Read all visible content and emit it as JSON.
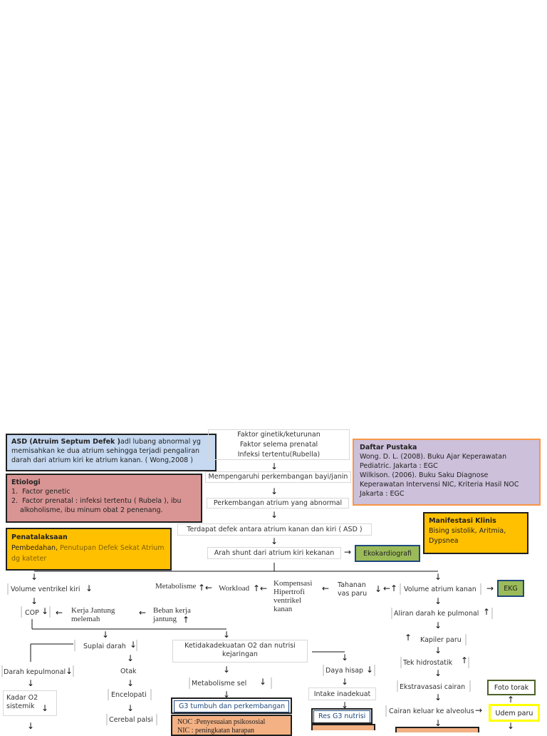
{
  "asd_box": {
    "title": "ASD (Atruim Septum Defek )",
    "text": "adl lubang abnormal yg memisahkan ke dua atrium sehingga terjadi pengaliran darah dari atrium kiri ke atrium kanan. ( Wong,2008 )",
    "bg": "#c6d9f1",
    "border": "#1f1f1f"
  },
  "etiologi_box": {
    "title": "Etiologi",
    "item1": "Factor genetic",
    "item2": "Factor prenatal : infeksi tertentu ( Rubela ), ibu alkoholisme, ibu minum obat 2 penenang.",
    "bg": "#d99594"
  },
  "penatalaksaan_box": {
    "title": "Penatalaksaan",
    "text_a": "Pembedahan, ",
    "text_b": "Penutupan Defek Sekat Atrium dg kateter",
    "bg": "#ffc000"
  },
  "daftar_pustaka_box": {
    "title": "Daftar Pustaka",
    "ref1": "Wong. D. L. (2008). Buku Ajar Keperawatan Pediatric. Jakarta : EGC",
    "ref2": "Wilkison. (2006). Buku Saku Diagnose Keperawatan Intervensi NIC, Kriteria Hasil NOC Jakarta : EGC",
    "bg": "#ccc0da",
    "border": "#f79646"
  },
  "manifestasi_box": {
    "title": "Manifestasi Klinis",
    "text": "Bising sistolik, Aritmia, Dypsnea",
    "bg": "#ffc000"
  },
  "flow": {
    "faktor1": "Faktor ginetik/keturunan",
    "faktor2": "Faktor selema prenatal",
    "faktor3": "Infeksi tertentu(Rubella)",
    "mempengaruhi": "Mempengaruhi perkembangan bayi/janin",
    "perkembangan": "Perkembangan atrium yang abnormal",
    "defek": "Terdapat defek antara atrium kanan dan kiri ( ASD )",
    "arah_shunt": "Arah shunt dari atrium kiri kekanan",
    "ekokardiografi": "Ekokardiografi",
    "volume_ventrikel": "Volume ventrikel kiri",
    "metabolisme": "Metabolisme",
    "workload": "Workload",
    "kompensasi": "Kompensasi Hipertrofi ventrikel kanan",
    "tahanan": "Tahanan vas paru",
    "volume_atrium": "Volume atrium kanan",
    "ekg": "EKG",
    "cop": "COP",
    "kerja_jantung": "Kerja Jantung melemah",
    "beban_kerja": "Beban kerja jantung",
    "aliran_darah": "Aliran darah ke pulmonal",
    "kapiler_paru": "Kapiler paru",
    "suplai_darah": "Suplai darah",
    "ketidakadekuatan": "Ketidakadekuatan O2 dan nutrisi kejaringan",
    "tek_hidrostatik": "Tek hidrostatik",
    "darah_kepulmonal": "Darah kepulmonal",
    "otak": "Otak",
    "metabolisme_sel": "Metabolisme sel",
    "daya_hisap": "Daya hisap",
    "ekstravasasi": "Ekstravasasi cairan",
    "foto_torak": "Foto torak",
    "kadar_o2": "Kadar O2 sistemik",
    "encelopati": "Encelopati",
    "g3_tumbuh": "G3 tumbuh dan perkembangan",
    "intake": "Intake inadekuat",
    "cairan_keluar": "Cairan keluar ke alveolus",
    "udem_paru": "Udem paru",
    "cerebal_palsi": "Cerebal palsi",
    "noc": "NOC :Penyesuaian psikososial",
    "nic": "NIC : peningkatan harapan",
    "res_g3": "Res G3 nutrisi"
  },
  "colors": {
    "ekg_bg": "#9bbb59",
    "ekg_border": "#1f497d",
    "foto_border": "#4f6228",
    "udem_border": "#ffff00",
    "g3_border": "#1f1f1f",
    "g3_text": "#1f497d",
    "noc_bg": "#f4b183",
    "res_border": "#1f497d"
  }
}
